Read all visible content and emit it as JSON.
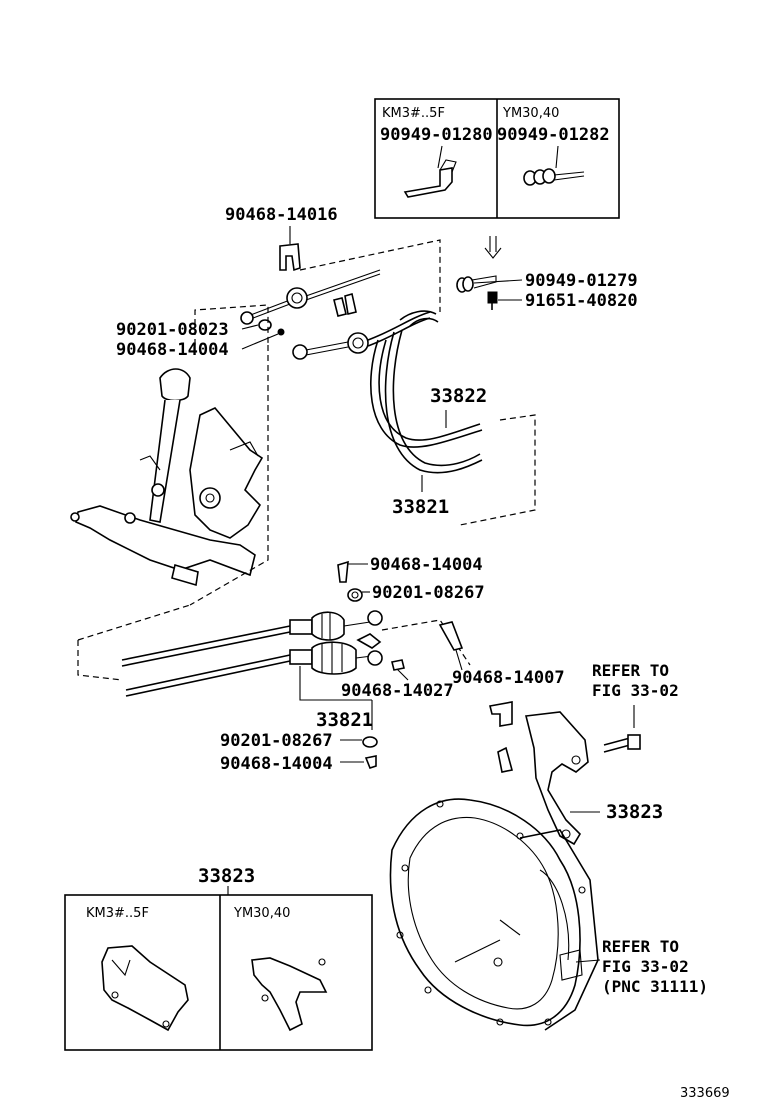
{
  "inset_top": {
    "left_variant": "KM3#..5F",
    "right_variant": "YM30,40",
    "left_part": "90949-01280",
    "right_part": "90949-01282"
  },
  "inset_bottom": {
    "title": "33823",
    "left_variant": "KM3#..5F",
    "right_variant": "YM30,40"
  },
  "parts": {
    "p90468_14016": "90468-14016",
    "p90949_01279": "90949-01279",
    "p91651_40820": "91651-40820",
    "p90201_08023": "90201-08023",
    "p90468_14004_a": "90468-14004",
    "p33822": "33822",
    "p33821_a": "33821",
    "p90468_14004_b": "90468-14004",
    "p90201_08267_a": "90201-08267",
    "p90468_14027": "90468-14027",
    "p90468_14007": "90468-14007",
    "p33821_b": "33821",
    "p90201_08267_b": "90201-08267",
    "p90468_14004_c": "90468-14004",
    "p33823": "33823"
  },
  "refs": {
    "ref1_line1": "REFER TO",
    "ref1_line2": "FIG 33-02",
    "ref2_line1": "REFER TO",
    "ref2_line2": "FIG 33-02",
    "ref2_line3": "(PNC 31111)"
  },
  "figure_id": "333669"
}
